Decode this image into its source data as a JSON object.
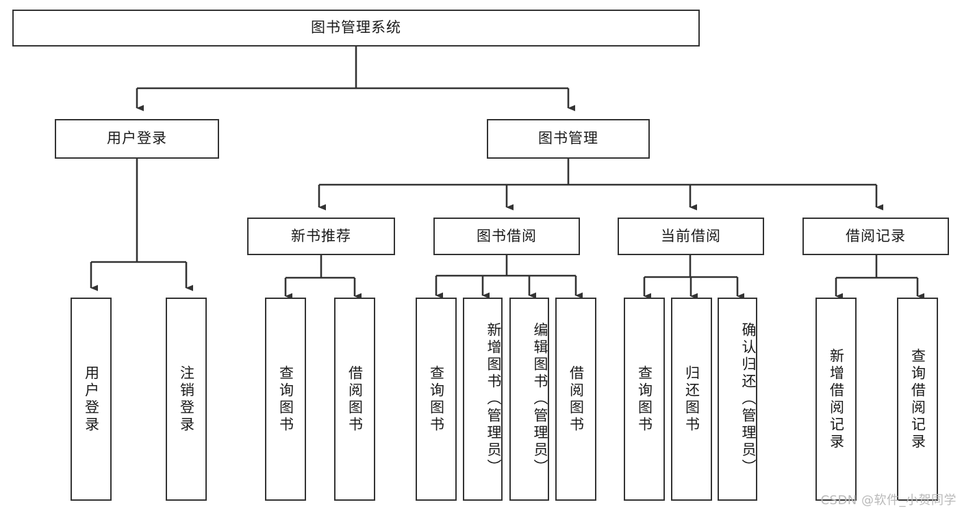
{
  "diagram": {
    "type": "tree",
    "title": "图书管理系统",
    "orientation": "top-down",
    "colors": {
      "box_border": "#333333",
      "box_fill": "#ffffff",
      "edge": "#333333",
      "text": "#1a1a1a",
      "watermark": "#b9b9b9",
      "background": "#ffffff"
    },
    "watermark": "CSDN @软件_小贺同学"
  },
  "nodes": {
    "root": {
      "label": "图书管理系统",
      "level": 0,
      "orientation": "horizontal"
    },
    "user_login": {
      "label": "用户登录",
      "level": 1,
      "orientation": "horizontal"
    },
    "book_manage": {
      "label": "图书管理",
      "level": 1,
      "orientation": "horizontal"
    },
    "new_book_rec": {
      "label": "新书推荐",
      "level": 2,
      "orientation": "horizontal"
    },
    "book_borrow": {
      "label": "图书借阅",
      "level": 2,
      "orientation": "horizontal"
    },
    "current_borrow": {
      "label": "当前借阅",
      "level": 2,
      "orientation": "horizontal"
    },
    "borrow_record": {
      "label": "借阅记录",
      "level": 2,
      "orientation": "horizontal"
    },
    "leaf_user_login": {
      "label": "用户登录",
      "level": 2,
      "orientation": "vertical"
    },
    "leaf_logout": {
      "label": "注销登录",
      "level": 2,
      "orientation": "vertical"
    },
    "leaf_query_book_1": {
      "label": "查询图书",
      "level": 3,
      "orientation": "vertical"
    },
    "leaf_borrow_book_1": {
      "label": "借阅图书",
      "level": 3,
      "orientation": "vertical"
    },
    "leaf_query_book_2": {
      "label": "查询图书",
      "level": 3,
      "orientation": "vertical"
    },
    "leaf_add_book": {
      "label": "新增图书（管理员）",
      "level": 3,
      "orientation": "vertical"
    },
    "leaf_edit_book": {
      "label": "编辑图书（管理员）",
      "level": 3,
      "orientation": "vertical"
    },
    "leaf_borrow_book_2": {
      "label": "借阅图书",
      "level": 3,
      "orientation": "vertical"
    },
    "leaf_query_book_3": {
      "label": "查询图书",
      "level": 3,
      "orientation": "vertical"
    },
    "leaf_return_book": {
      "label": "归还图书",
      "level": 3,
      "orientation": "vertical"
    },
    "leaf_confirm_return": {
      "label": "确认归还（管理员）",
      "level": 3,
      "orientation": "vertical"
    },
    "leaf_add_record": {
      "label": "新增借阅记录",
      "level": 3,
      "orientation": "vertical"
    },
    "leaf_query_record": {
      "label": "查询借阅记录",
      "level": 3,
      "orientation": "vertical"
    }
  },
  "edges": [
    {
      "from": "root",
      "to": "user_login"
    },
    {
      "from": "root",
      "to": "book_manage"
    },
    {
      "from": "user_login",
      "to": "leaf_user_login"
    },
    {
      "from": "user_login",
      "to": "leaf_logout"
    },
    {
      "from": "book_manage",
      "to": "new_book_rec"
    },
    {
      "from": "book_manage",
      "to": "book_borrow"
    },
    {
      "from": "book_manage",
      "to": "current_borrow"
    },
    {
      "from": "book_manage",
      "to": "borrow_record"
    },
    {
      "from": "new_book_rec",
      "to": "leaf_query_book_1"
    },
    {
      "from": "new_book_rec",
      "to": "leaf_borrow_book_1"
    },
    {
      "from": "book_borrow",
      "to": "leaf_query_book_2"
    },
    {
      "from": "book_borrow",
      "to": "leaf_add_book"
    },
    {
      "from": "book_borrow",
      "to": "leaf_edit_book"
    },
    {
      "from": "book_borrow",
      "to": "leaf_borrow_book_2"
    },
    {
      "from": "current_borrow",
      "to": "leaf_query_book_3"
    },
    {
      "from": "current_borrow",
      "to": "leaf_return_book"
    },
    {
      "from": "current_borrow",
      "to": "leaf_confirm_return"
    },
    {
      "from": "borrow_record",
      "to": "leaf_add_record"
    },
    {
      "from": "borrow_record",
      "to": "leaf_query_record"
    }
  ]
}
